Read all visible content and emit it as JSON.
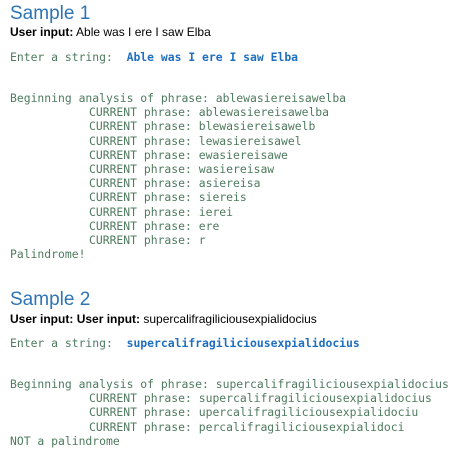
{
  "sample1": {
    "title": "Sample 1",
    "user_input_label": "User input:",
    "user_input_value": "Able was I ere I saw Elba",
    "prompt_label": "Enter a string:",
    "prompt_value": "Able was I ere I saw Elba",
    "analysis_header": "Beginning analysis of phrase: ablewasiereisawelba",
    "current_lines": [
      "CURRENT phrase: ablewasiereisawelba",
      "CURRENT phrase: blewasiereisawelb",
      "CURRENT phrase: lewasiereisawel",
      "CURRENT phrase: ewasiereisawe",
      "CURRENT phrase: wasiereisaw",
      "CURRENT phrase: asiereisa",
      "CURRENT phrase: siereis",
      "CURRENT phrase: ierei",
      "CURRENT phrase: ere",
      "CURRENT phrase: r"
    ],
    "result": "Palindrome!"
  },
  "sample2": {
    "title": "Sample 2",
    "user_input_label": "User input:",
    "user_input_label2": "User input:",
    "user_input_value": "supercalifragiliciousexpialidocius",
    "prompt_label": "Enter a string:",
    "prompt_value": "supercalifragiliciousexpialidocius",
    "analysis_header": "Beginning analysis of phrase: supercalifragiliciousexpialidocius",
    "current_lines": [
      "CURRENT phrase: supercalifragiliciousexpialidocius",
      "CURRENT phrase: upercalifragiliciousexpialidociu",
      "CURRENT phrase: percalifragiliciousexpialidoci"
    ],
    "result": "NOT a palindrome"
  }
}
